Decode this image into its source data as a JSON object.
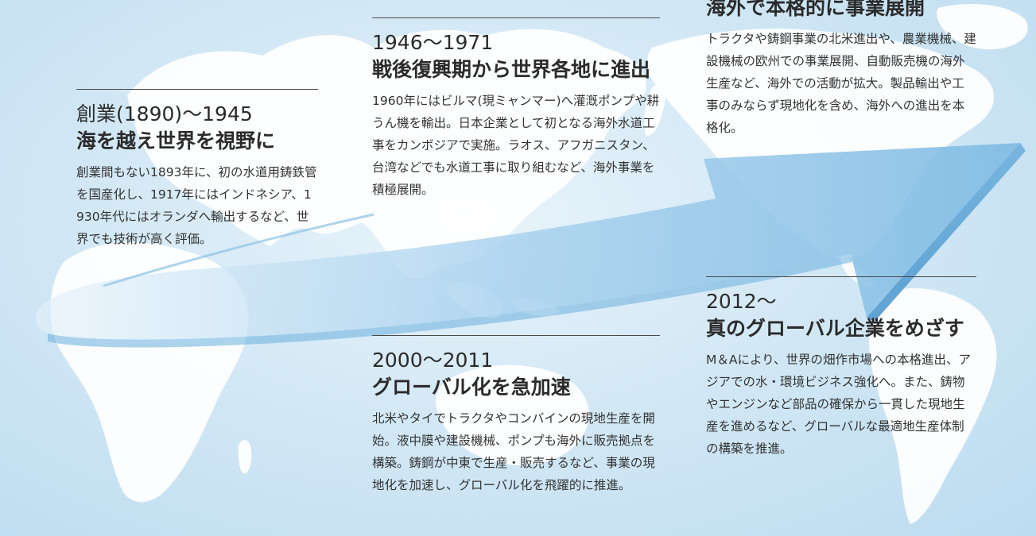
{
  "colors": {
    "background": "#d3e8f5",
    "land": "#ffffff",
    "arrow_light": "#cfe6f5",
    "arrow_mid": "#8ec3e6",
    "arrow_dark": "#5aa5d6",
    "rule": "#4a4a4a",
    "text": "#2b2b2b"
  },
  "sections": {
    "founding": {
      "period": "創業(1890)〜1945",
      "headline": "海を越え世界を視野に",
      "body": "創業間もない1893年に、初の水道用鋳鉄管を国産化し、1917年にはインドネシア、1930年代にはオランダへ輸出するなど、世界でも技術が高く評価。"
    },
    "postwar": {
      "period": "1946〜1971",
      "headline": "戦後復興期から世界各地に進出",
      "body": "1960年にはビルマ(現ミャンマー)へ灌漑ポンプや耕うん機を輸出。日本企業として初となる海外水道工事をカンボジアで実施。ラオス、アフガニスタン、台湾などでも水道工事に取り組むなど、海外事業を積極展開。"
    },
    "overseas": {
      "headline": "海外で本格的に事業展開",
      "body": "トラクタや鋳鋼事業の北米進出や、農業機械、建設機械の欧州での事業展開、自動販売機の海外生産など、海外での活動が拡大。製品輸出や工事のみならず現地化を含め、海外への進出を本格化。"
    },
    "global": {
      "period": "2000〜2011",
      "headline": "グローバル化を急加速",
      "body": "北米やタイでトラクタやコンバインの現地生産を開始。液中膜や建設機械、ポンプも海外に販売拠点を構築。鋳鋼が中東で生産・販売するなど、事業の現地化を加速し、グローバル化を飛躍的に推進。"
    },
    "future": {
      "period": "2012〜",
      "headline": "真のグローバル企業をめざす",
      "body": "M＆Aにより、世界の畑作市場への本格進出、アジアでの水・環境ビジネス強化へ。また、鋳物やエンジンなど部品の確保から一貫した現地生産を進めるなど、グローバルな最適地生産体制の構築を推進。"
    }
  }
}
